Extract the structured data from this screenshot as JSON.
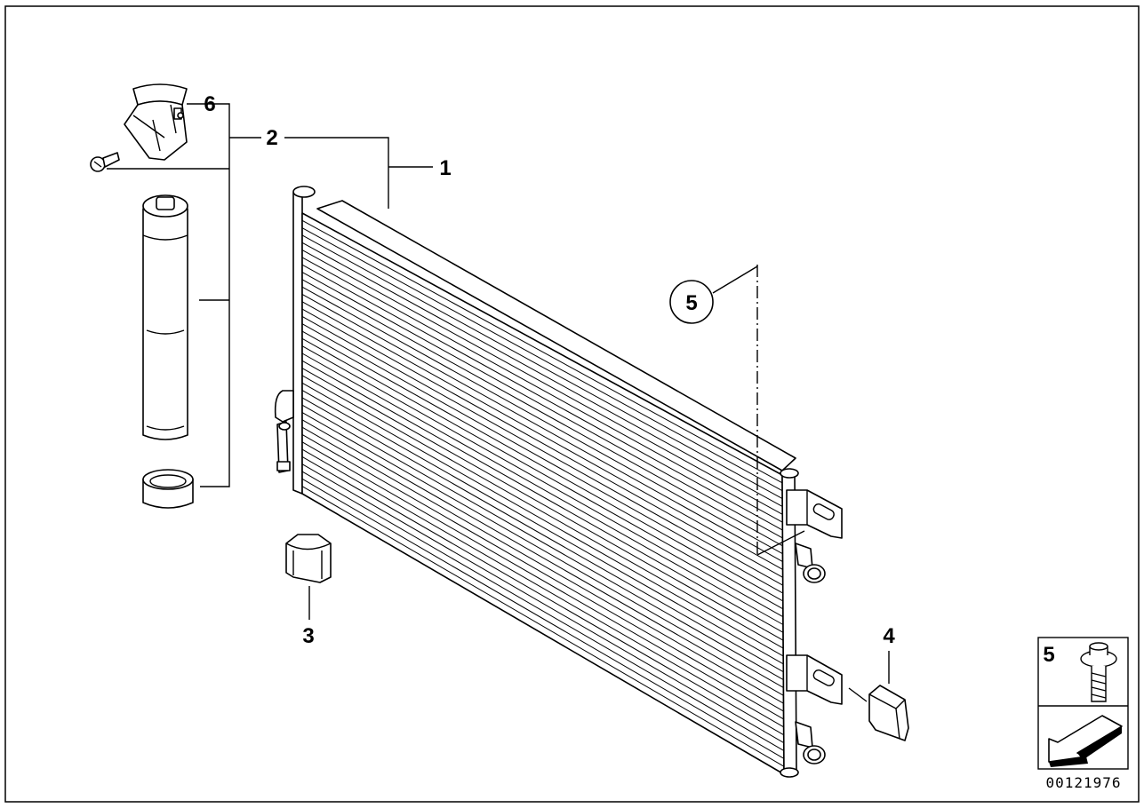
{
  "callouts": {
    "c1": "1",
    "c2": "2",
    "c3": "3",
    "c4": "4",
    "c5_circle": "5",
    "c6": "6"
  },
  "legend": {
    "number": "5"
  },
  "document_number": "00121976"
}
